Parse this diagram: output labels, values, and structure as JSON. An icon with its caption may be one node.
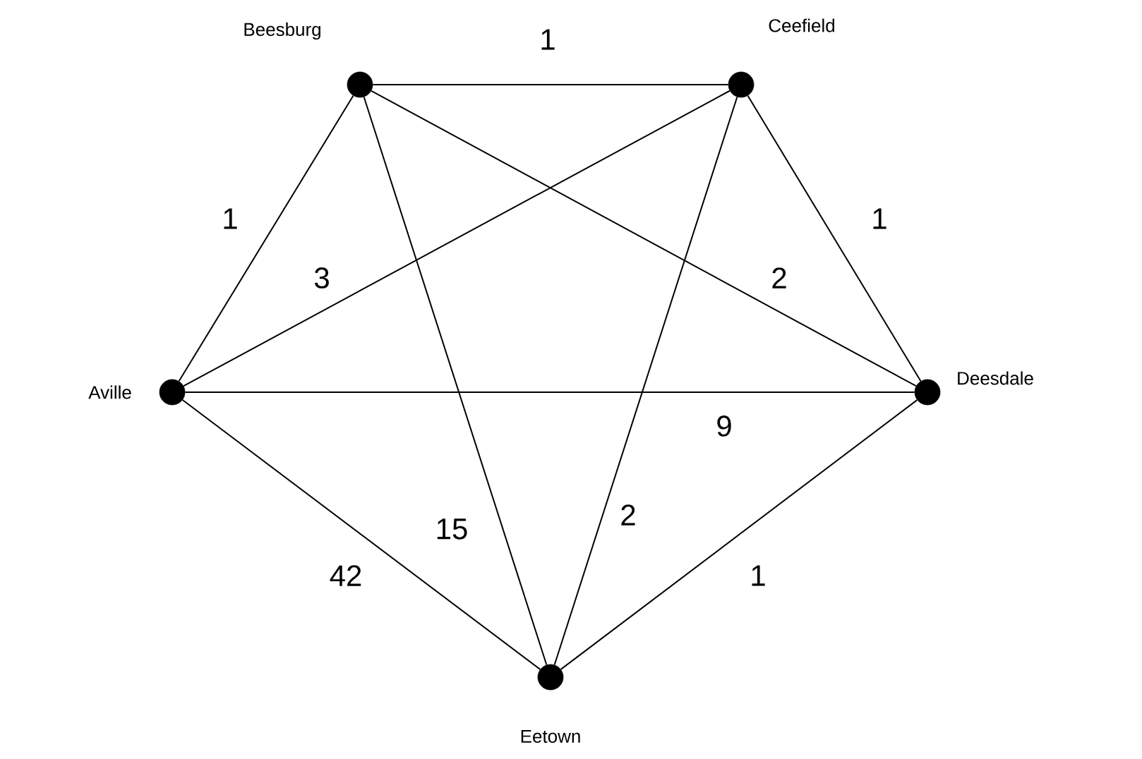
{
  "diagram": {
    "nodes": [
      {
        "text": [],
        "shape": "circle",
        "beside": [
          "Aville"
        ]
      },
      {
        "text": [],
        "shape": "circle",
        "beside": [
          "Beesburg"
        ]
      },
      {
        "text": [],
        "shape": "circle",
        "beside": [
          "Ceefield"
        ]
      },
      {
        "text": [],
        "shape": "circle",
        "beside": [
          "Deesdale"
        ]
      },
      {
        "text": [],
        "shape": "circle",
        "beside": [
          "Eetown"
        ]
      }
    ],
    "edges": [
      {
        "from": 0,
        "to": 1,
        "arrow": "none",
        "label": "1"
      },
      {
        "from": 0,
        "to": 2,
        "arrow": "none",
        "label": "3"
      },
      {
        "from": 0,
        "to": 3,
        "arrow": "none",
        "label": "9"
      },
      {
        "from": 0,
        "to": 4,
        "arrow": "none",
        "label": "42"
      },
      {
        "from": 1,
        "to": 2,
        "arrow": "none",
        "label": "1"
      },
      {
        "from": 1,
        "to": 3,
        "arrow": "none",
        "label": "2"
      },
      {
        "from": 1,
        "to": 4,
        "arrow": "none",
        "label": "15"
      },
      {
        "from": 2,
        "to": 3,
        "arrow": "none",
        "label": "1"
      },
      {
        "from": 2,
        "to": 4,
        "arrow": "none",
        "label": "2"
      },
      {
        "from": 3,
        "to": 4,
        "arrow": "none",
        "label": "1"
      }
    ]
  }
}
